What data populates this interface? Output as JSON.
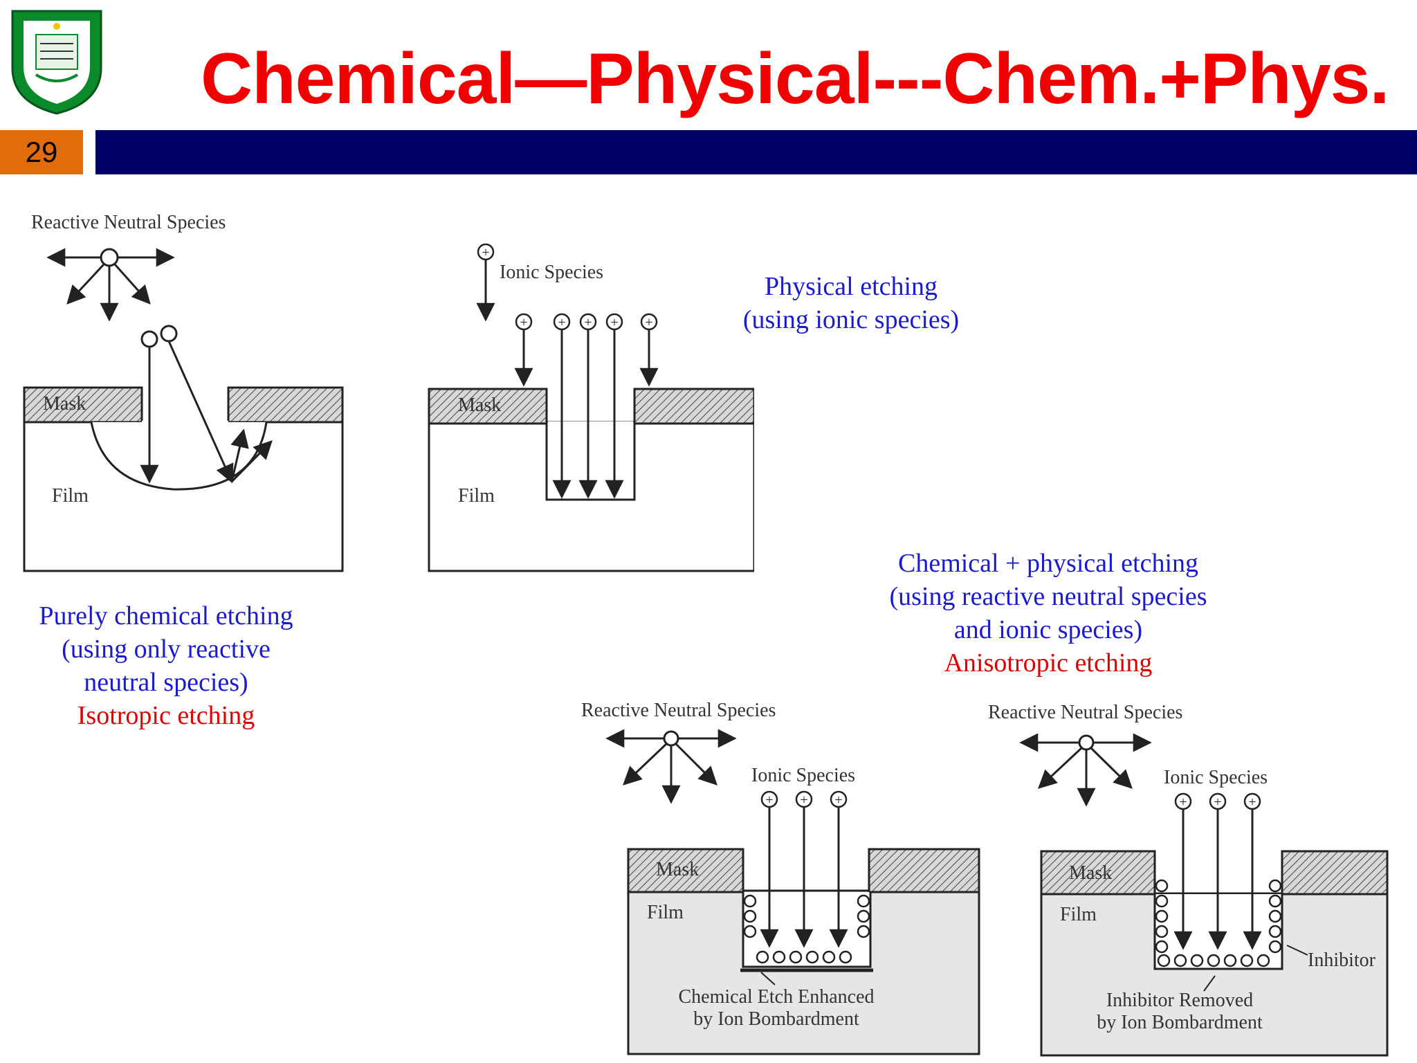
{
  "header": {
    "title": "Chemical—Physical---Chem.+Phys.",
    "slide_number": "29",
    "logo_icon": "university-crest-icon"
  },
  "colors": {
    "title": "#f00000",
    "title_bar": "#000066",
    "slide_number_bg": "#e36c0a",
    "caption_blue": "#1a1ad0",
    "caption_red": "#e00000"
  },
  "captions": {
    "physical": {
      "line1": "Physical etching",
      "line2": "(using ionic species)"
    },
    "chemical": {
      "line1": "Purely chemical etching",
      "line2": "(using only reactive",
      "line3": "neutral species)",
      "emphasis": "Isotropic etching"
    },
    "combined": {
      "line1": "Chemical + physical etching",
      "line2": "(using reactive neutral species",
      "line3": "and ionic species)",
      "emphasis": "Anisotropic etching"
    }
  },
  "diagrams": {
    "chemical": {
      "neutral_label": "Reactive Neutral Species",
      "mask_label": "Mask",
      "film_label": "Film"
    },
    "physical": {
      "ionic_label": "Ionic Species",
      "mask_label": "Mask",
      "film_label": "Film"
    },
    "enhanced": {
      "neutral_label": "Reactive Neutral Species",
      "ionic_label": "Ionic Species",
      "mask_label": "Mask",
      "film_label": "Film",
      "note_line1": "Chemical Etch Enhanced",
      "note_line2": "by Ion Bombardment"
    },
    "inhibitor": {
      "neutral_label": "Reactive Neutral Species",
      "ionic_label": "Ionic Species",
      "mask_label": "Mask",
      "film_label": "Film",
      "inhibitor_label": "Inhibitor",
      "note_line1": "Inhibitor Removed",
      "note_line2": "by Ion Bombardment"
    }
  }
}
